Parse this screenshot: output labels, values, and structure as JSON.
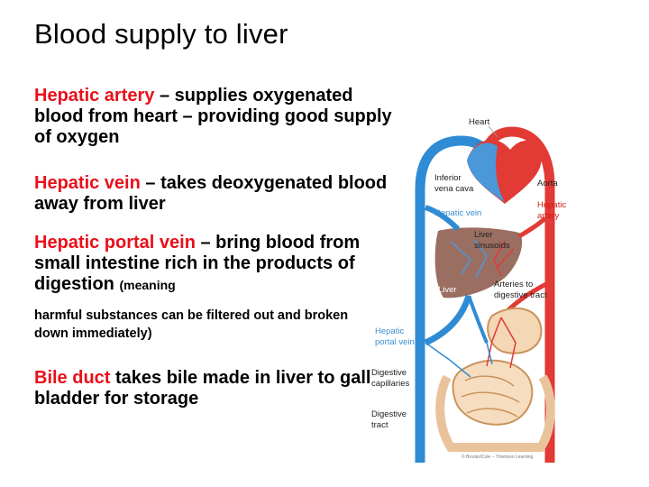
{
  "title": "Blood supply to liver",
  "p1": {
    "term": "Hepatic artery",
    "text": " – supplies oxygenated blood from heart – providing good supply of oxygen"
  },
  "p2": {
    "term": "Hepatic vein",
    "text": " – takes deoxygenated blood away from liver"
  },
  "p3": {
    "term": "Hepatic portal vein",
    "text": " – bring blood from small intestine rich in the products of digestion ",
    "small": "(meaning"
  },
  "p3b": "harmful substances can be filtered out and broken down immediately)",
  "p4": {
    "term": "Bile duct",
    "text": " takes bile made in liver to gall bladder for storage"
  },
  "diagram": {
    "heart": "Heart",
    "inferior_vena_cava_1": "Inferior",
    "inferior_vena_cava_2": "vena cava",
    "aorta": "Aorta",
    "hepatic_vein": "Hepatic vein",
    "hepatic_artery_1": "Hepatic",
    "hepatic_artery_2": "artery",
    "liver_sinusoids_1": "Liver",
    "liver_sinusoids_2": "sinusoids",
    "liver": "Liver",
    "arteries_digestive_1": "Arteries to",
    "arteries_digestive_2": "digestive tract",
    "hepatic_portal_1": "Hepatic",
    "hepatic_portal_2": "portal vein",
    "digestive_capillaries_1": "Digestive",
    "digestive_capillaries_2": "capillaries",
    "digestive_tract_1": "Digestive",
    "digestive_tract_2": "tract",
    "credit": "© Brooks/Cole – Thomson Learning"
  },
  "colors": {
    "artery": "#e23a35",
    "vein": "#2f8bd3",
    "liver": "#8c5a4b",
    "accent": "#e8101a"
  }
}
